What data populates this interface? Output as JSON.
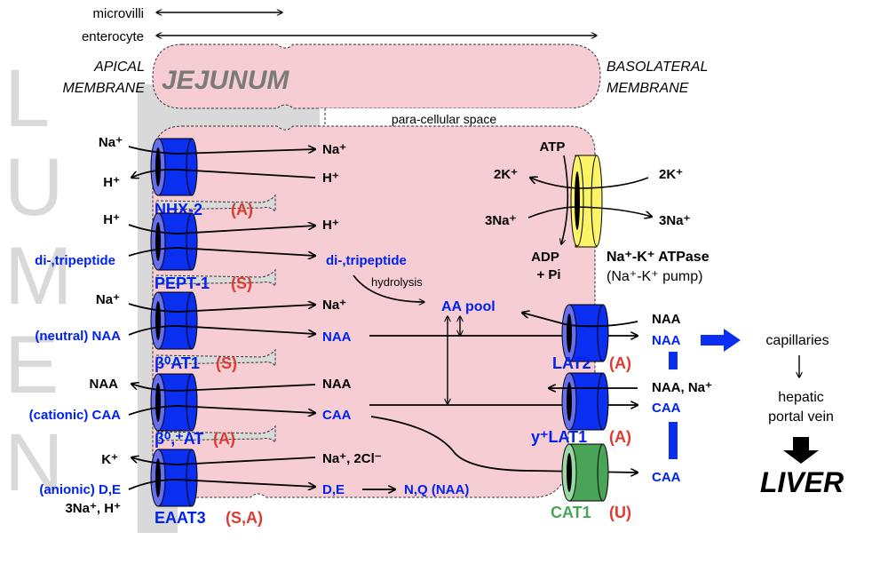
{
  "scale_labels": {
    "microvilli": "microvilli",
    "enterocyte": "enterocyte"
  },
  "membranes": {
    "apical_line1": "APICAL",
    "apical_line2": "MEMBRANE",
    "basolateral_line1": "BASOLATERAL",
    "basolateral_line2": "MEMBRANE"
  },
  "lumen_letters": [
    "L",
    "U",
    "M",
    "E",
    "N"
  ],
  "segment_title": "JEJUNUM",
  "paracellular": "para-cellular space",
  "colors": {
    "cytoplasm": "#f6cdd3",
    "lumen_band": "#d9d9d9",
    "transporter_blue": "#0a2ff0",
    "transporter_green": "#4aa457",
    "pump_yellow": "#fbf466",
    "label_blue": "#0022ee",
    "label_red": "#e03a2e"
  },
  "apical_transporters": [
    {
      "name": "NHX-2",
      "tag": "(A)",
      "lumen_in": "Na⁺",
      "lumen_out": "H⁺",
      "cell_in": "Na⁺",
      "cell_out": "H⁺"
    },
    {
      "name": "PEPT-1",
      "tag": "(S)",
      "lumen_in": "H⁺",
      "lumen_in2": "di-,tripeptide",
      "cell_in": "H⁺",
      "cell_in2": "di-,tripeptide"
    },
    {
      "name": "β⁰AT1",
      "tag": "(S)",
      "lumen_in": "Na⁺",
      "lumen_in2": "(neutral) NAA",
      "cell_in": "Na⁺",
      "cell_in2": "NAA"
    },
    {
      "name": "β⁰,⁺AT",
      "tag": "(A)",
      "lumen_out": "NAA",
      "lumen_in": "(cationic) CAA",
      "cell_out": "NAA",
      "cell_in": "CAA"
    },
    {
      "name": "EAAT3",
      "tag": "(S,A)",
      "lumen_out": "K⁺",
      "lumen_in": "(anionic) D,E",
      "lumen_in_extra": "3Na⁺, H⁺",
      "cell_out": "Na⁺, 2Cl⁻",
      "cell_in": "D,E",
      "conversion": "N,Q (NAA)"
    }
  ],
  "intracellular": {
    "hydrolysis": "hydrolysis",
    "aa_pool": "AA pool",
    "atp": "ATP",
    "adp_line1": "ADP",
    "adp_line2": "+ Pi",
    "pump_k_in": "2K⁺",
    "pump_na_out": "3Na⁺"
  },
  "pump": {
    "name": "Na⁺-K⁺ ATPase",
    "alias": "(Na⁺-K⁺ pump)",
    "k_out": "2K⁺",
    "na_out": "3Na⁺"
  },
  "basolateral_transporters": [
    {
      "name": "LAT2",
      "tag": "(A)",
      "blood_in": "NAA",
      "blood_out": "NAA"
    },
    {
      "name": "y⁺LAT1",
      "tag": "(A)",
      "blood_in": "NAA, Na⁺",
      "blood_out": "CAA"
    },
    {
      "name": "CAT1",
      "tag": "(U)",
      "blood_out": "CAA"
    }
  ],
  "circulation": {
    "capillaries": "capillaries",
    "portal_line1": "hepatic",
    "portal_line2": "portal vein",
    "liver": "LIVER"
  }
}
